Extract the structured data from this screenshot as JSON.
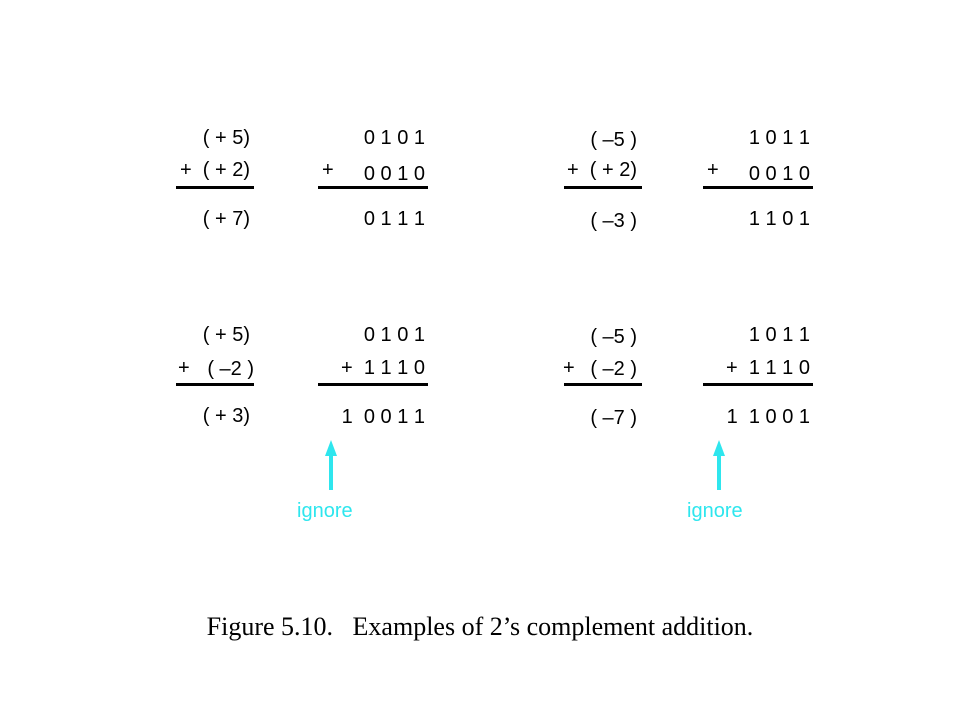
{
  "examples": {
    "ex1": {
      "dec_a": "( + 5)",
      "dec_b": "+  ( + 2)",
      "dec_sum": "( + 7)",
      "bin_a": "0 1 0 1",
      "bin_plus": "+",
      "bin_b": "0 0 1 0",
      "bin_sum": "0 1 1 1"
    },
    "ex2": {
      "dec_a": "( –5 )",
      "dec_b": "+  ( + 2)",
      "dec_sum": "( –3 )",
      "bin_a": "1 0 1 1",
      "bin_plus": "+",
      "bin_b": "0 0 1 0",
      "bin_sum": "1 1 0 1"
    },
    "ex3": {
      "dec_a": "( + 5)",
      "dec_plus": "+",
      "dec_b": "( –2 )",
      "dec_sum": "( + 3)",
      "bin_a": "0 1 0 1",
      "bin_b": "+  1 1 1 0",
      "bin_sum": "1  0 0 1 1",
      "ignore_label": "ignore"
    },
    "ex4": {
      "dec_a": "( –5 )",
      "dec_plus": "+",
      "dec_b": "( –2 )",
      "dec_sum": "( –7 )",
      "bin_a": "1 0 1 1",
      "bin_b": "+  1 1 1 0",
      "bin_sum": "1  1 0 0 1",
      "ignore_label": "ignore"
    }
  },
  "caption": "Figure 5.10.   Examples of 2’s complement addition.",
  "colors": {
    "ink": "#000000",
    "ignore_accent": "#2ee6ee",
    "background": "#ffffff"
  },
  "icons": {
    "ignore_pointer": "up-arrow-icon"
  }
}
